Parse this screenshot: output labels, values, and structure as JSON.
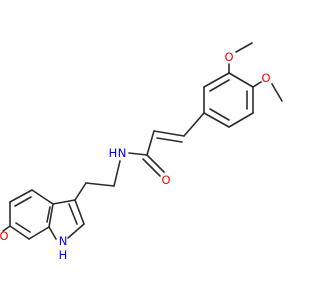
{
  "molecule": {
    "colors": {
      "bond": "#2b2b2b",
      "oxygen": "#ff0000",
      "nitrogen": "#0000ff"
    },
    "labels": {
      "o_top": "O",
      "o_right": "O",
      "o_carbonyl": "O",
      "o_left": "O",
      "n_amide": "N",
      "h_amide": "H",
      "n_indole": "N",
      "h_indole": "H"
    }
  }
}
